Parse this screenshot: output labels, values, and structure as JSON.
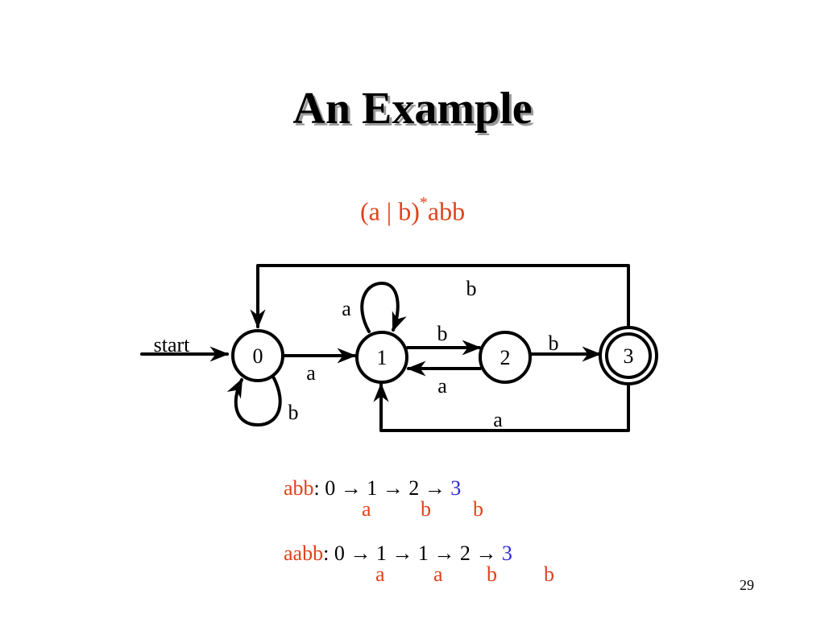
{
  "slide": {
    "title": "An Example",
    "regex": {
      "part1": "(a | b)",
      "star": "*",
      "part2": "abb"
    },
    "page_number": "29"
  },
  "dfa": {
    "start_label": "start",
    "states": [
      {
        "id": "0",
        "final": false
      },
      {
        "id": "1",
        "final": false
      },
      {
        "id": "2",
        "final": false
      },
      {
        "id": "3",
        "final": true
      }
    ],
    "transitions": [
      {
        "from": "0",
        "to": "1",
        "label": "a"
      },
      {
        "from": "0",
        "to": "0",
        "label": "b"
      },
      {
        "from": "1",
        "to": "1",
        "label": "a"
      },
      {
        "from": "1",
        "to": "2",
        "label": "b"
      },
      {
        "from": "2",
        "to": "1",
        "label": "a"
      },
      {
        "from": "2",
        "to": "3",
        "label": "b"
      },
      {
        "from": "3",
        "to": "0",
        "label": "b"
      },
      {
        "from": "3",
        "to": "1",
        "label": "a"
      }
    ]
  },
  "traces": [
    {
      "input": "abb",
      "path": "0 → 1 → 2 →",
      "final": "3",
      "symbols": [
        "a",
        "b",
        "b"
      ]
    },
    {
      "input": "aabb",
      "path": "0 → 1 → 1 → 2 →",
      "final": "3",
      "symbols": [
        "a",
        "a",
        "b",
        "b"
      ]
    }
  ],
  "colors": {
    "accent_red": "#e0421b",
    "accent_blue": "#2b2bd6",
    "text": "#000000"
  }
}
